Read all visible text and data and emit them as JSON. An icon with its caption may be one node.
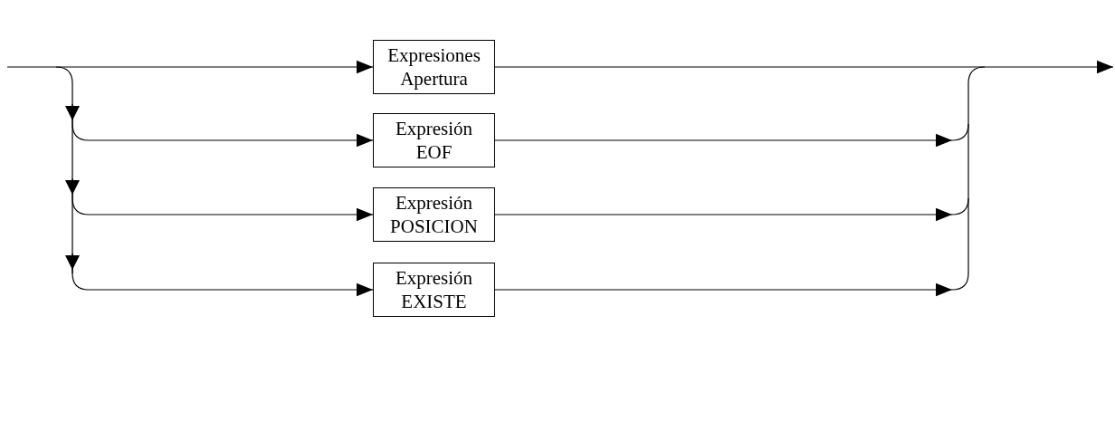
{
  "diagram": {
    "nodes": [
      {
        "text": [
          "Expresiones Apertura"
        ]
      },
      {
        "text": [
          "Expresión EOF"
        ]
      },
      {
        "text": [
          "Expresión POSICION"
        ]
      },
      {
        "text": [
          "Expresión EXISTE"
        ]
      }
    ],
    "edges": [
      {
        "from": null,
        "to": 0,
        "arrow": "to"
      },
      {
        "from": null,
        "to": 1,
        "arrow": "to"
      },
      {
        "from": null,
        "to": 2,
        "arrow": "to"
      },
      {
        "from": null,
        "to": 3,
        "arrow": "to"
      },
      {
        "from": 0,
        "to": null,
        "arrow": "to"
      },
      {
        "from": 1,
        "to": null,
        "arrow": "to"
      },
      {
        "from": 2,
        "to": null,
        "arrow": "to"
      },
      {
        "from": 3,
        "to": null,
        "arrow": "to"
      }
    ]
  }
}
